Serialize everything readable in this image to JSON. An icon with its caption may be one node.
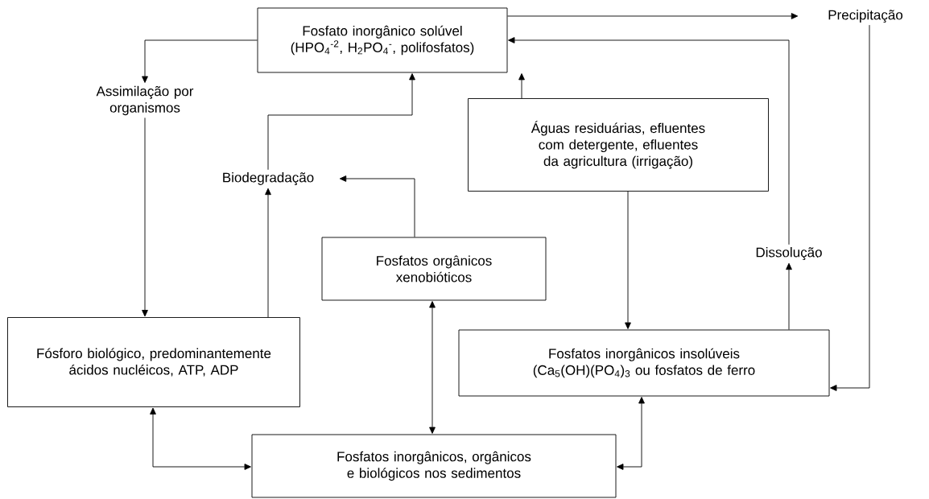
{
  "diagram": {
    "nodes": [
      {
        "text": [
          "Fosfato inorgânico solúvel (HPO$_{4}$$^{-2}$, H$_{2}$PO$_{4}$$^{-}$, polifosfatos)"
        ]
      },
      {
        "text": [
          "Precipitação"
        ]
      },
      {
        "text": [
          "Assimilação por organismos"
        ]
      },
      {
        "text": [
          "Águas residuárias, efluentes com detergente, efluentes da agricultura (irrigação)"
        ]
      },
      {
        "text": [
          "Biodegradação"
        ]
      },
      {
        "text": [
          "Fosfatos orgânicos xenobióticos"
        ]
      },
      {
        "text": [
          "Dissolução"
        ]
      },
      {
        "text": [
          "Fósforo biológico, predominantemente ácidos nucléicos, ATP, ADP"
        ]
      },
      {
        "text": [
          "Fosfatos inorgânicos insolúveis (Ca$_{5}$(OH)(PO$_{4}$)$_{3}$ ou fosfatos de ferro"
        ]
      },
      {
        "text": [
          "Fosfatos inorgânicos, orgânicos e biológicos nos sedimentos"
        ]
      }
    ],
    "edges": [
      {
        "from": 0,
        "to": 1,
        "arrow": "to"
      },
      {
        "from": 0,
        "to": 2,
        "arrow": "to"
      },
      {
        "from": 1,
        "to": 8,
        "arrow": "to"
      },
      {
        "from": 6,
        "to": 0,
        "arrow": "to"
      },
      {
        "from": 3,
        "to": 0,
        "arrow": "to"
      },
      {
        "from": 4,
        "to": 0,
        "arrow": "to"
      },
      {
        "from": 2,
        "to": 7,
        "arrow": "to"
      },
      {
        "from": 7,
        "to": 4,
        "arrow": "to"
      },
      {
        "from": 5,
        "to": 4,
        "arrow": "to"
      },
      {
        "from": 5,
        "to": 9,
        "arrow": "both"
      },
      {
        "from": 3,
        "to": 8,
        "arrow": "to"
      },
      {
        "from": 8,
        "to": 6,
        "arrow": "to"
      },
      {
        "from": 7,
        "to": 9,
        "arrow": "both"
      },
      {
        "from": 8,
        "to": 9,
        "arrow": "both"
      }
    ]
  }
}
